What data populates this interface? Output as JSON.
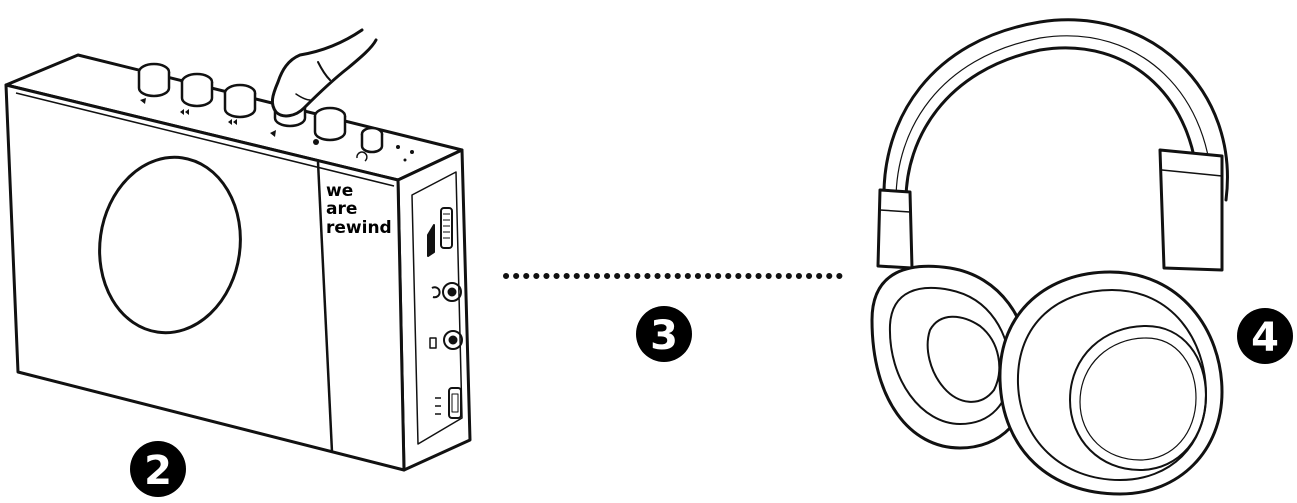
{
  "diagram": {
    "brand": {
      "line1": "we",
      "line2": "are",
      "line3": "rewind"
    },
    "steps": [
      {
        "label": "2"
      },
      {
        "label": "3"
      },
      {
        "label": "4"
      }
    ],
    "colors": {
      "ink": "#111111",
      "badge": "#000000",
      "badge_text": "#ffffff"
    },
    "icons": {
      "player": "cassette-player-icon",
      "finger": "finger-press-icon",
      "headphones": "headphones-icon",
      "connection": "dotted-connection-line"
    }
  }
}
